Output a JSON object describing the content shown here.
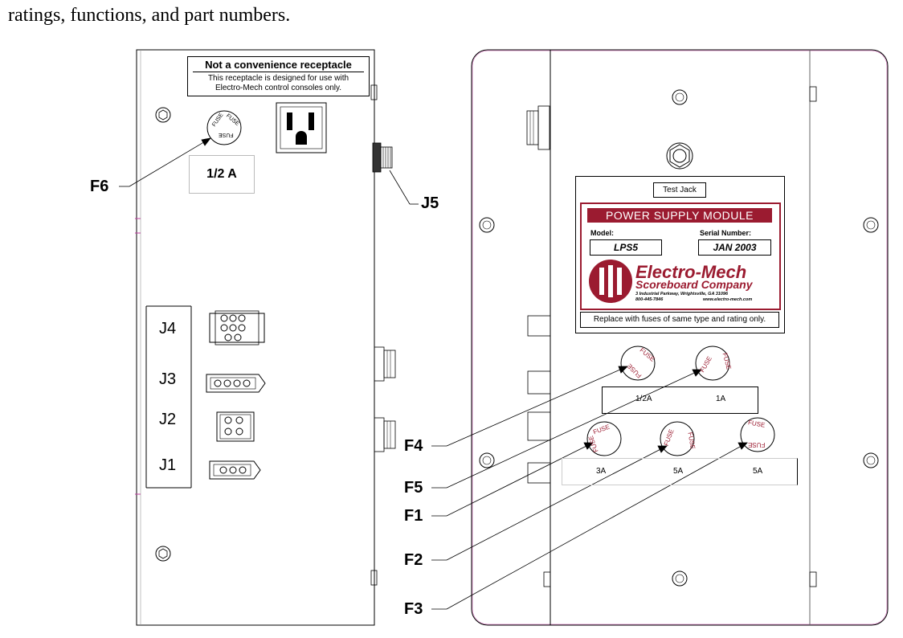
{
  "header_text": "ratings, functions, and part numbers.",
  "callouts": {
    "F6": "F6",
    "J5": "J5",
    "F4": "F4",
    "F5": "F5",
    "F1": "F1",
    "F2": "F2",
    "F3": "F3"
  },
  "connectors": [
    "J4",
    "J3",
    "J2",
    "J1"
  ],
  "receptacle_notice": {
    "title": "Not a convenience receptacle",
    "line1": "This receptacle is designed for use with",
    "line2": "Electro-Mech control consoles only."
  },
  "fuse_text": "FUSE",
  "f6_rating": "1/2 A",
  "plate": {
    "test_jack": "Test Jack",
    "title": "POWER SUPPLY MODULE",
    "model_label": "Model:",
    "model_value": "LPS5",
    "serial_label": "Serial Number:",
    "serial_value": "JAN 2003",
    "brand_line1": "Electro-Mech",
    "brand_line2": "Scoreboard Company",
    "address": "3 Industrial Parkway,  Wrightsville, GA  31096",
    "phone": "800-445-7846",
    "website": "www.electro-mech.com",
    "replace_note": "Replace with fuses of same type and rating only."
  },
  "fuse_ratings_top": [
    "1/2A",
    "1A"
  ],
  "fuse_ratings_bottom": [
    "3A",
    "5A",
    "5A"
  ],
  "colors": {
    "brand": "#9b1b30",
    "line": "#000000",
    "accent_magenta": "#c03ca0"
  }
}
